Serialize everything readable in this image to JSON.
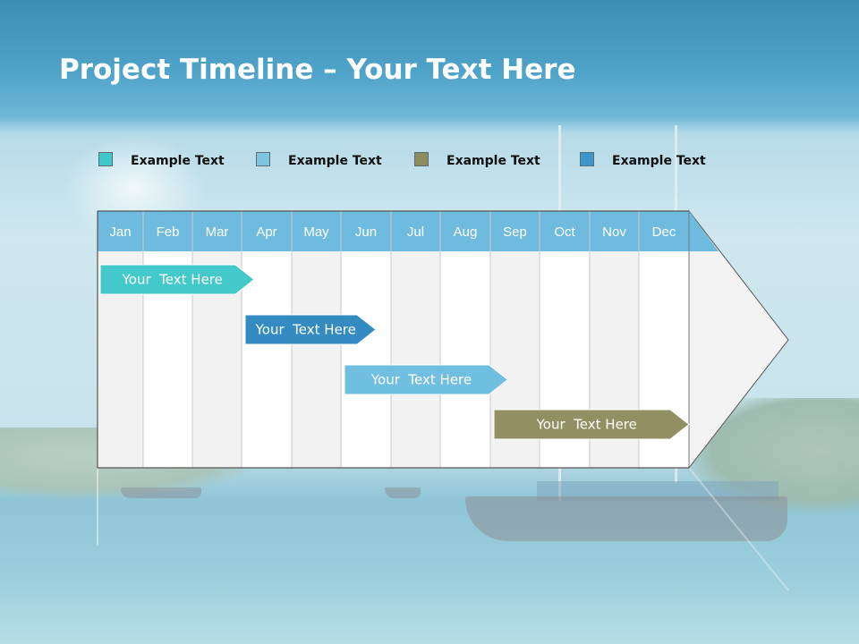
{
  "title": {
    "bold": "Project Timeline",
    "rest": " – Your Text Here"
  },
  "legend": [
    {
      "label": "Example Text",
      "color": "#3ec8c9"
    },
    {
      "label": "Example Text",
      "color": "#7ec5e2"
    },
    {
      "label": "Example Text",
      "color": "#8f8d5e"
    },
    {
      "label": "Example Text",
      "color": "#3a96cc"
    }
  ],
  "months": [
    "Jan",
    "Feb",
    "Mar",
    "Apr",
    "May",
    "Jun",
    "Jul",
    "Aug",
    "Sep",
    "Oct",
    "Nov",
    "Dec"
  ],
  "tasks": [
    {
      "label": "Your  Text Here",
      "color": "#3ec8c9",
      "start_month": "Jan",
      "end_month": "Apr"
    },
    {
      "label": "Your  Text Here",
      "color": "#2d88bf",
      "start_month": "Apr",
      "end_month": "Jun"
    },
    {
      "label": "Your  Text Here",
      "color": "#6cbde0",
      "start_month": "Jun",
      "end_month": "Sep"
    },
    {
      "label": "Your  Text Here",
      "color": "#8f8d5e",
      "start_month": "Sep",
      "end_month": "Dec"
    }
  ],
  "colors": {
    "header": "#6fbbe0",
    "column_light": "#f2f2f2",
    "column_white": "#ffffff",
    "grid": "#c8c8c8"
  }
}
